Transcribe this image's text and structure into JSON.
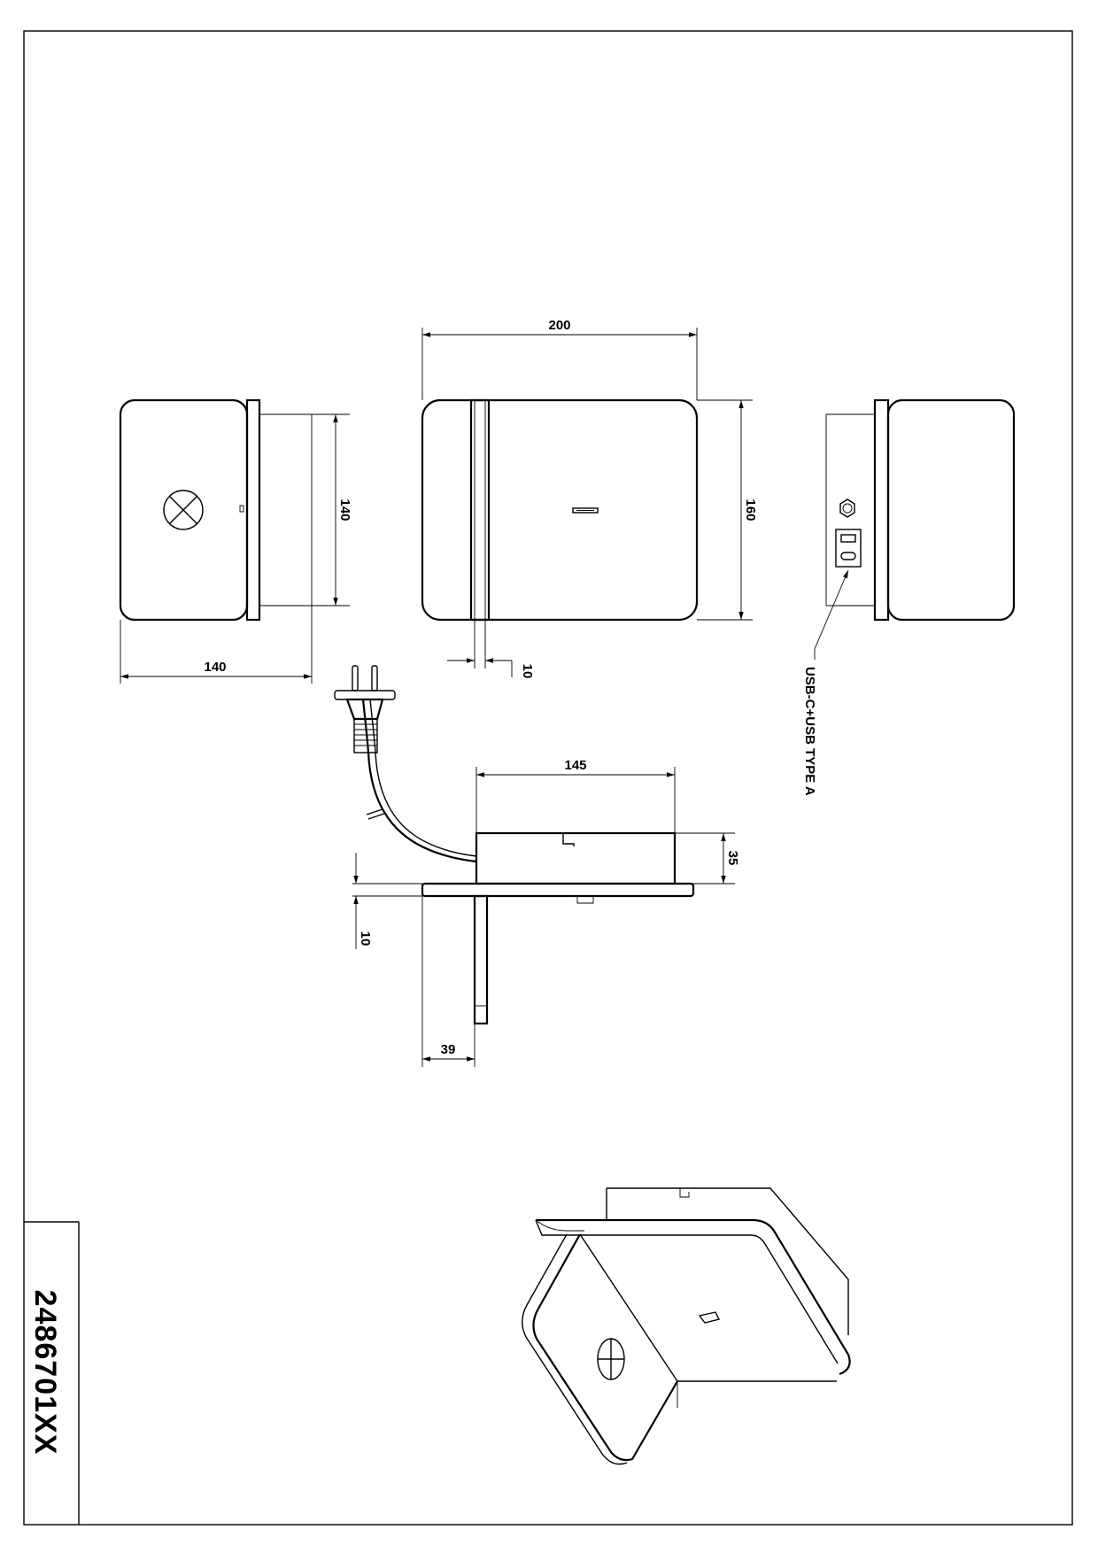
{
  "drawing": {
    "product_code": "2486701XX",
    "connector_label": "USB-C+USB TYPE A",
    "dimensions": {
      "side_depth": "140",
      "side_height": "140",
      "front_width": "200",
      "front_height": "160",
      "plate_thickness_front": "10",
      "top_body_width": "145",
      "top_body_height": "35",
      "top_plate_thickness": "10",
      "top_stem_offset": "39"
    }
  }
}
